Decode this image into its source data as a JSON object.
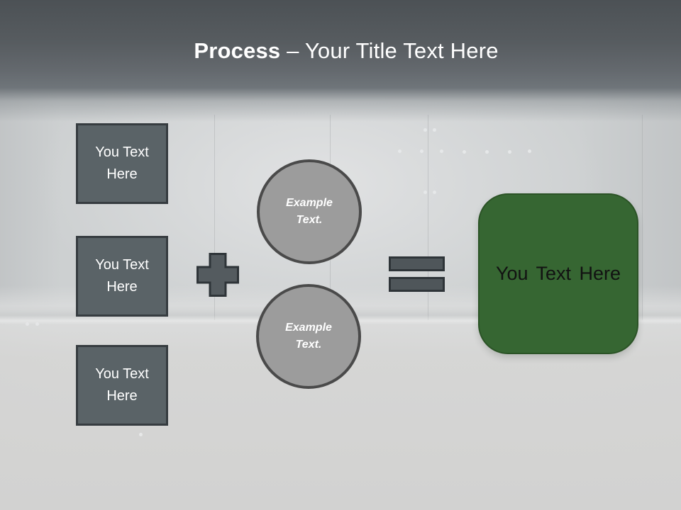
{
  "header": {
    "title_emphasis": "Process",
    "title_rest": " – Your Title Text Here"
  },
  "diagram": {
    "input_boxes": [
      {
        "label": "You Text Here"
      },
      {
        "label": "You Text Here"
      },
      {
        "label": "You Text Here"
      }
    ],
    "plus_icon": "plus-sign",
    "example_circles": [
      {
        "label": "Example Text."
      },
      {
        "label": "Example Text."
      }
    ],
    "equals_icon": "equals-sign",
    "result_box": {
      "label": "You Text Here"
    }
  },
  "colors": {
    "header_top": "#4c5155",
    "header_bottom": "#6f757a",
    "background": "#cdd0d1",
    "box_fill": "#5a6367",
    "box_border": "#363c40",
    "circle_fill": "#9c9c9c",
    "circle_border": "#4a4a4a",
    "operator_fill": "#4f565a",
    "operator_border": "#2e3438",
    "result_fill": "#366632",
    "result_border": "#2b5326",
    "title_color": "#ffffff",
    "result_text_color": "#121212"
  }
}
